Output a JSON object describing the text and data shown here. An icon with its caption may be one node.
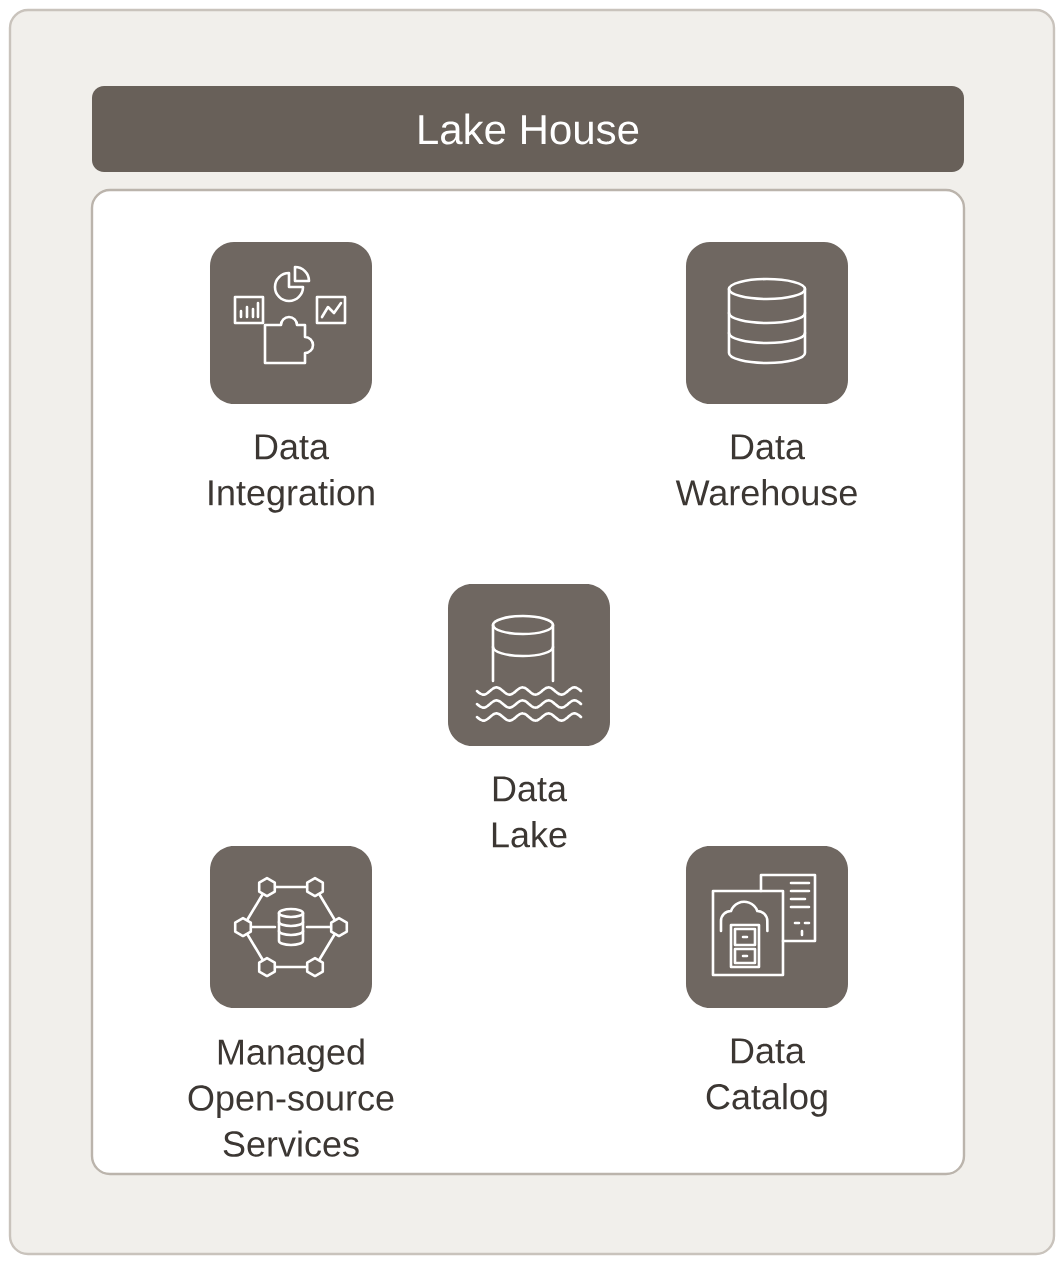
{
  "diagram": {
    "nodes": [
      {
        "text": [
          "Lake House"
        ]
      },
      {
        "text": [
          "Data Integration"
        ],
        "in": 0
      },
      {
        "text": [
          "Data Warehouse"
        ],
        "in": 0
      },
      {
        "text": [
          "Data Lake"
        ],
        "in": 0
      },
      {
        "text": [
          "Managed Open-source Services"
        ],
        "in": 0
      },
      {
        "text": [
          "Data Catalog"
        ],
        "in": 0
      }
    ]
  }
}
